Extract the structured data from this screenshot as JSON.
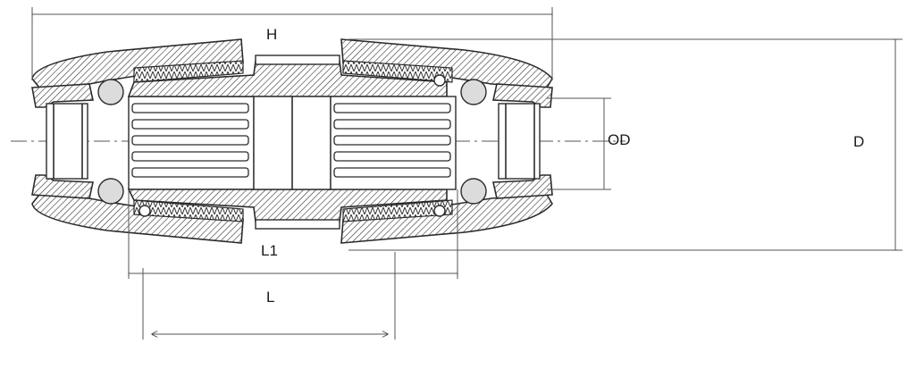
{
  "labels": {
    "h": "H",
    "od": "OD",
    "d": "D",
    "l1": "L1",
    "l": "L"
  }
}
